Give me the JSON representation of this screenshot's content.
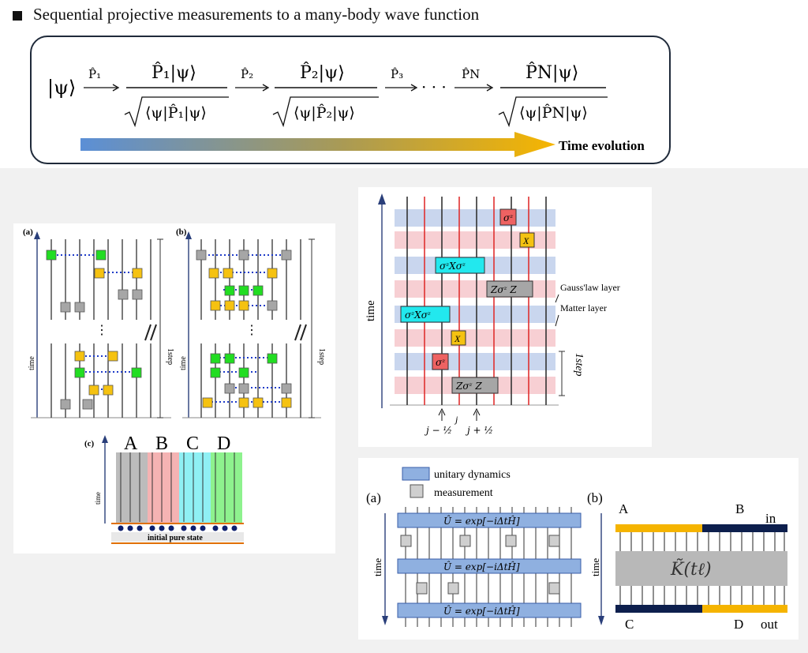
{
  "heading": "Sequential projective measurements to a many-body wave function",
  "equation": {
    "psi": "|ψ⟩",
    "p1": "P̂₁",
    "p2": "P̂₂",
    "p3": "P̂₃",
    "pN": "P̂N",
    "num1": "P̂₁|ψ⟩",
    "den1": "⟨ψ|P̂₁|ψ⟩",
    "num2": "P̂₂|ψ⟩",
    "den2": "⟨ψ|P̂₂|ψ⟩",
    "numN": "P̂N|ψ⟩",
    "denN": "⟨ψ|P̂N|ψ⟩",
    "dots": "· · ·",
    "time_label": "Time evolution"
  },
  "panel_left": {
    "label_a": "(a)",
    "label_b": "(b)",
    "label_c": "(c)",
    "time_a": "time",
    "time_b": "time",
    "time_c": "time",
    "step_a": "1step",
    "step_b": "1step",
    "regions": [
      "A",
      "B",
      "C",
      "D"
    ],
    "initial_state": "initial pure state",
    "vdots": "⋮"
  },
  "panel_gauge": {
    "time": "time",
    "gauss_layer": "Gauss'law layer",
    "matter_layer": "Matter layer",
    "step": "1step",
    "gate_sigmaz": "σᶻ",
    "gate_x": "X",
    "gate_sxs": "σᶻXσᶻ",
    "gate_zsz": "Zσᶻ Z",
    "j_minus": "j − ½",
    "j": "j",
    "j_plus": "j + ½"
  },
  "panel_bottom": {
    "legend_unitary": "unitary dynamics",
    "legend_measurement": "measurement",
    "label_a": "(a)",
    "label_b": "(b)",
    "unitary_text": "Û = exp[−iΔtĤ]",
    "time_a": "time",
    "time_b": "time",
    "A": "A",
    "B": "B",
    "C": "C",
    "D": "D",
    "in": "in",
    "out": "out",
    "kernel": "K̃(tℓ)"
  },
  "colors": {
    "green": "#22dd22",
    "gray": "#a6a6a6",
    "yellow": "#f5c211",
    "blue_layer": "#c9d6ee",
    "pink_layer": "#f7cfd3",
    "cyan": "#22e8ee",
    "red_gate": "#ee6262",
    "unitary": "#8fb0e0",
    "orange": "#f5b400",
    "navy": "#0d1f4d"
  }
}
